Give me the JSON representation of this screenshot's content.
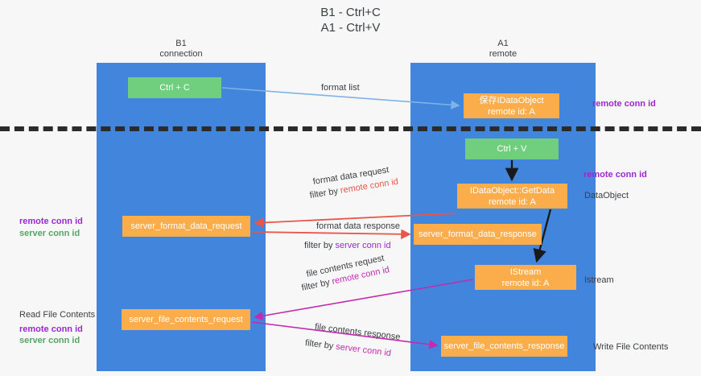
{
  "diagram": {
    "title": "B1 - Ctrl+C\nA1 - Ctrl+V",
    "columns": [
      {
        "name": "b1",
        "label": "B1\nconnection"
      },
      {
        "name": "a1",
        "label": "A1\nremote"
      }
    ],
    "colors": {
      "lane": "#4285dd",
      "green_node": "#6fcf7f",
      "orange_node": "#fbad4b",
      "divider": "#2b2b2b",
      "purple": "#9b28cf",
      "green_text": "#57a463",
      "red_arrow": "#e8564a",
      "magenta_arrow": "#c22bb0",
      "blue_arrow": "#7fb3e8",
      "black_arrow": "#1a1a1a"
    },
    "nodes": [
      {
        "id": "ctrl-c",
        "line1": "Ctrl + C",
        "line2": "",
        "style": "green"
      },
      {
        "id": "idataobject",
        "line1": "保存IDataObject",
        "line2": "remote id: A",
        "style": "orange"
      },
      {
        "id": "ctrl-v",
        "line1": "Ctrl + V",
        "line2": "",
        "style": "green"
      },
      {
        "id": "getdata",
        "line1": "IDataObject::GetData",
        "line2": "remote id: A",
        "style": "orange"
      },
      {
        "id": "sfd-request",
        "line1": "server_format_data_request",
        "line2": "",
        "style": "orange"
      },
      {
        "id": "sfd-response",
        "line1": "server_format_data_response",
        "line2": "",
        "style": "orange"
      },
      {
        "id": "istream",
        "line1": "IStream",
        "line2": "remote id: A",
        "style": "orange"
      },
      {
        "id": "sfc-request",
        "line1": "server_file_contents_request",
        "line2": "",
        "style": "orange"
      },
      {
        "id": "sfc-response",
        "line1": "server_file_contents_response",
        "line2": "",
        "style": "orange"
      }
    ],
    "edge_labels": {
      "format_list": "format list",
      "format_data_request": "format data request",
      "format_data_request_filter_prefix": "filter by ",
      "format_data_request_filter_key": "remote conn id",
      "format_data_response": "format data response",
      "format_data_response_filter_prefix": "filter by ",
      "format_data_response_filter_key": "server conn id",
      "file_contents_request": "file contents request",
      "file_contents_request_filter_prefix": "filter by ",
      "file_contents_request_filter_key": "remote conn id",
      "file_contents_response": "file contents response",
      "file_contents_response_filter_prefix": "filter by ",
      "file_contents_response_filter_key": "server conn id"
    },
    "right_annotations": [
      {
        "id": "remote-conn-id-top",
        "text": "remote conn id",
        "color": "purple"
      },
      {
        "id": "remote-conn-id-mid",
        "text": "remote conn id",
        "color": "purple"
      },
      {
        "id": "dataobject",
        "text": "DataObject",
        "color": "dark"
      },
      {
        "id": "istream-label",
        "text": "Istream",
        "color": "dark"
      },
      {
        "id": "write-file-contents",
        "text": "Write File Contents",
        "color": "dark"
      }
    ],
    "left_annotations": [
      {
        "id": "mid-remote-conn-id",
        "text": "remote conn id",
        "color": "purple"
      },
      {
        "id": "mid-server-conn-id",
        "text": "server conn id",
        "color": "green"
      },
      {
        "id": "read-file-contents",
        "text": "Read File Contents",
        "color": "dark"
      },
      {
        "id": "low-remote-conn-id",
        "text": "remote conn id",
        "color": "purple"
      },
      {
        "id": "low-server-conn-id",
        "text": "server conn id",
        "color": "green"
      }
    ]
  }
}
